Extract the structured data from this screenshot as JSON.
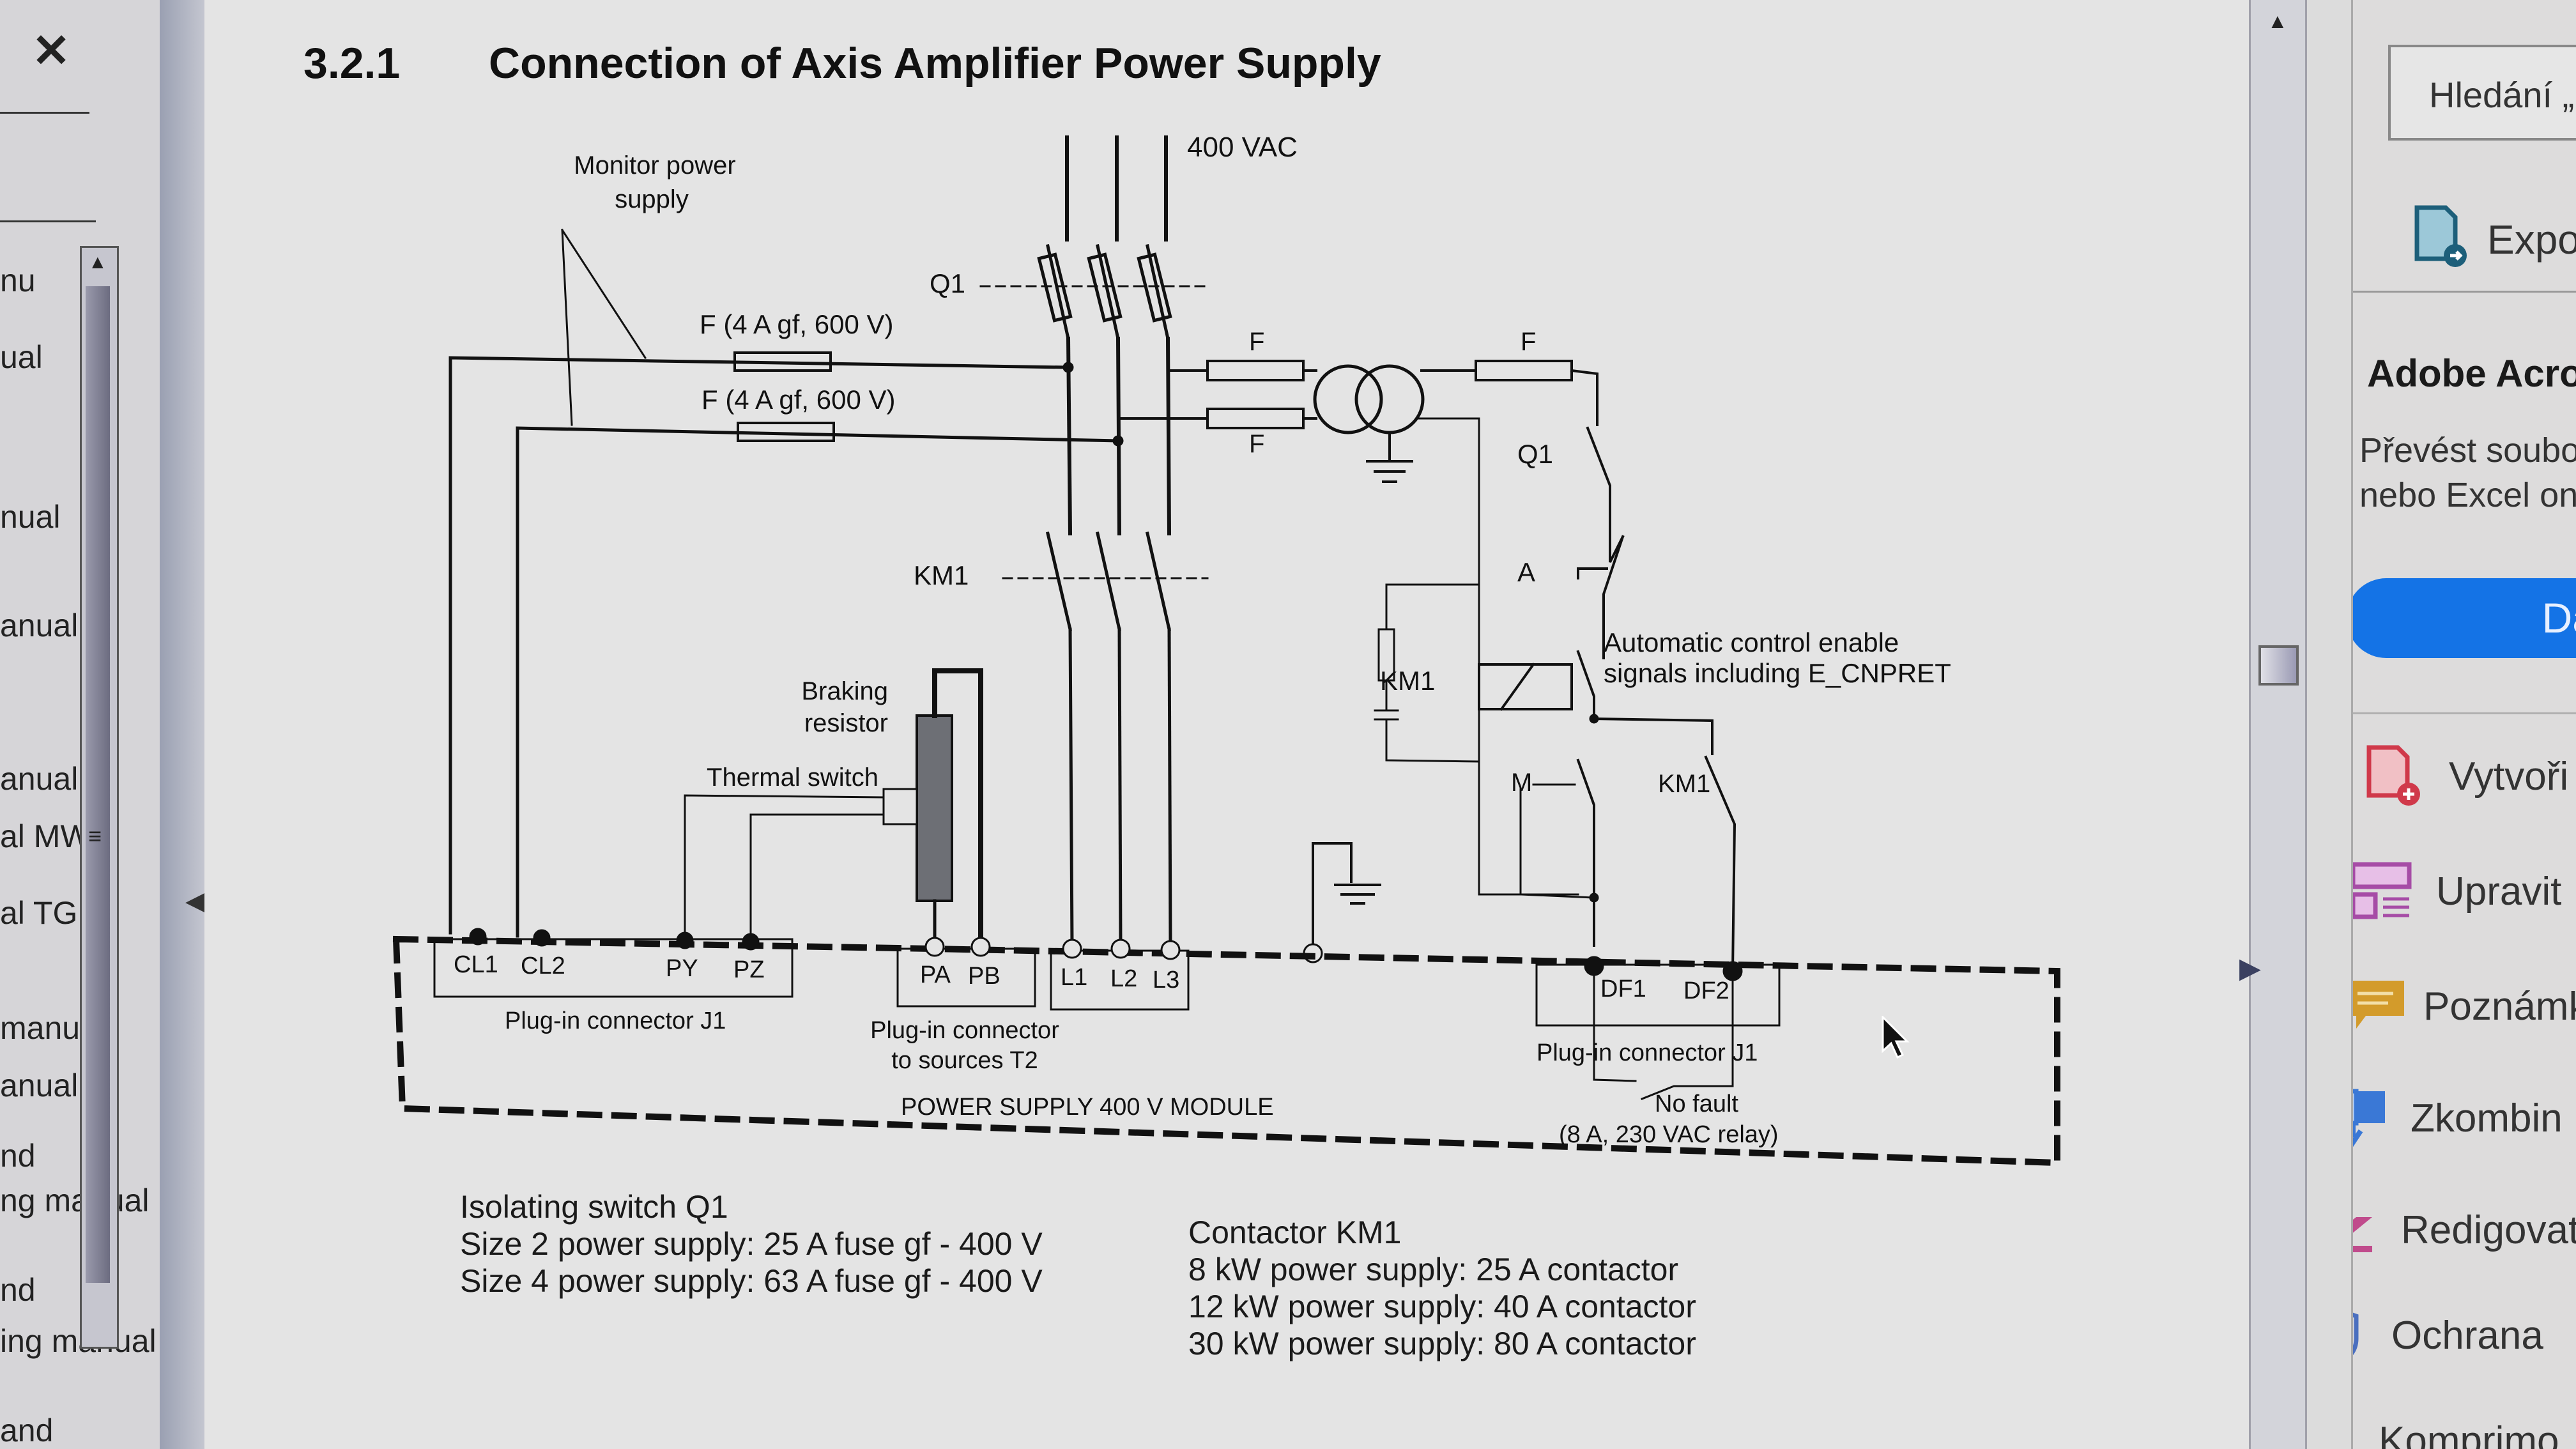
{
  "left_panel": {
    "close_label": "✕",
    "bookmarks": [
      "nu",
      "ual",
      "nual",
      "anual",
      "anual T",
      "al MW",
      "al TG",
      "manual",
      "anual",
      "nd",
      "ng manual",
      "nd",
      "ing manual",
      "and"
    ],
    "scroll_up": "▲",
    "scroll_grip": "≡",
    "collapse_arrow": "◀"
  },
  "document": {
    "section_number": "3.2.1",
    "section_title": "Connection of Axis Amplifier Power Supply",
    "diagram": {
      "monitor_label_1": "Monitor power",
      "monitor_label_2": "supply",
      "supply_voltage": "400 VAC",
      "fuse_label_1": "F (4 A gf, 600 V)",
      "fuse_label_2": "F (4 A gf, 600 V)",
      "q1_label": "Q1",
      "f_top_left": "F",
      "f_bottom_left": "F",
      "f_top_right": "F",
      "q1_contact_label": "Q1",
      "a_label": "A",
      "km1_main_label": "KM1",
      "km1_coil_label": "KM1",
      "auto_enable_1": "Automatic control enable",
      "auto_enable_2": "signals including E_CNPRET",
      "m_label": "M",
      "km1_contact_label": "KM1",
      "braking_1": "Braking",
      "braking_2": "resistor",
      "thermal_switch": "Thermal switch",
      "terminals_j1": [
        "CL1",
        "CL2",
        "PY",
        "PZ"
      ],
      "terminals_t2": [
        "PA",
        "PB"
      ],
      "terminals_l": [
        "L1",
        "L2",
        "L3"
      ],
      "terminals_df": [
        "DF1",
        "DF2"
      ],
      "connector_j1": "Plug-in connector J1",
      "connector_t2_1": "Plug-in connector",
      "connector_t2_2": "to sources T2",
      "connector_j1_right": "Plug-in connector J1",
      "module_label": "POWER SUPPLY 400 V MODULE",
      "no_fault_1": "No fault",
      "no_fault_2": "(8 A, 230 VAC relay)"
    },
    "notes_left": {
      "title": "Isolating switch Q1",
      "lines": [
        "Size 2 power supply: 25 A fuse gf - 400 V",
        "Size 4 power supply: 63 A fuse gf - 400 V"
      ]
    },
    "notes_right": {
      "title": "Contactor KM1",
      "lines": [
        "8 kW power supply: 25 A contactor",
        "12 kW power supply: 40 A contactor",
        "30 kW power supply: 80 A contactor"
      ]
    },
    "scroll_up": "▲",
    "expand_arrow": "▶"
  },
  "right_panel": {
    "search_placeholder": "Hledání „",
    "export_label": "Expo",
    "promo_title": "Adobe Acro",
    "promo_text_1": "Převést soubo",
    "promo_text_2": "nebo Excel onl",
    "promo_button": "Da",
    "tools": [
      {
        "label": "Vytvoři",
        "icon": "create-pdf-icon",
        "color": "#d0394a"
      },
      {
        "label": "Upravit",
        "icon": "edit-pdf-icon",
        "color": "#a64ca6"
      },
      {
        "label": "Poznámk",
        "icon": "comment-icon",
        "color": "#d39b2b"
      },
      {
        "label": "Zkombin",
        "icon": "combine-files-icon",
        "color": "#3a78d6"
      },
      {
        "label": "Redigovat",
        "icon": "redact-icon",
        "color": "#c04b8c"
      },
      {
        "label": "Ochrana",
        "icon": "protect-shield-icon",
        "color": "#4a6fbf"
      },
      {
        "label": "Komprimo",
        "icon": "compress-icon",
        "color": "#2a8e9a"
      }
    ],
    "accent_color": "#1473e6"
  }
}
